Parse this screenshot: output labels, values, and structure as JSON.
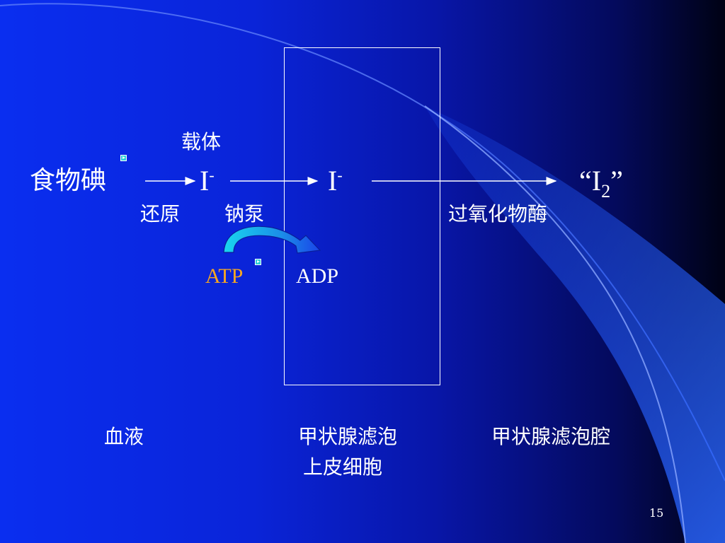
{
  "labels": {
    "carrier": "载体",
    "food_iodine": "食物碘",
    "iodide_1": "I",
    "iodide_1_charge": "-",
    "iodide_2": "I",
    "iodide_2_charge": "-",
    "iodine_open_quote": "“I",
    "iodine_subscript": "2",
    "iodine_close_quote": "”",
    "reduction": "还原",
    "sodium_pump": "钠泵",
    "peroxidase": "过氧化物酶",
    "atp": "ATP",
    "adp": "ADP",
    "blood": "血液",
    "follicle_epithelium_line1": "甲状腺滤泡",
    "follicle_epithelium_line2": "上皮细胞",
    "follicle_lumen": "甲状腺滤泡腔",
    "page_number": "15"
  },
  "colors": {
    "atp_text": "#f5a623",
    "arrow_fill_start": "#19d6ee",
    "arrow_fill_end": "#1a44e8",
    "marker": "#2bd1d8"
  },
  "icons": {
    "curved_arrow": "curved-arrow-icon",
    "marker": "play-marker-icon"
  }
}
